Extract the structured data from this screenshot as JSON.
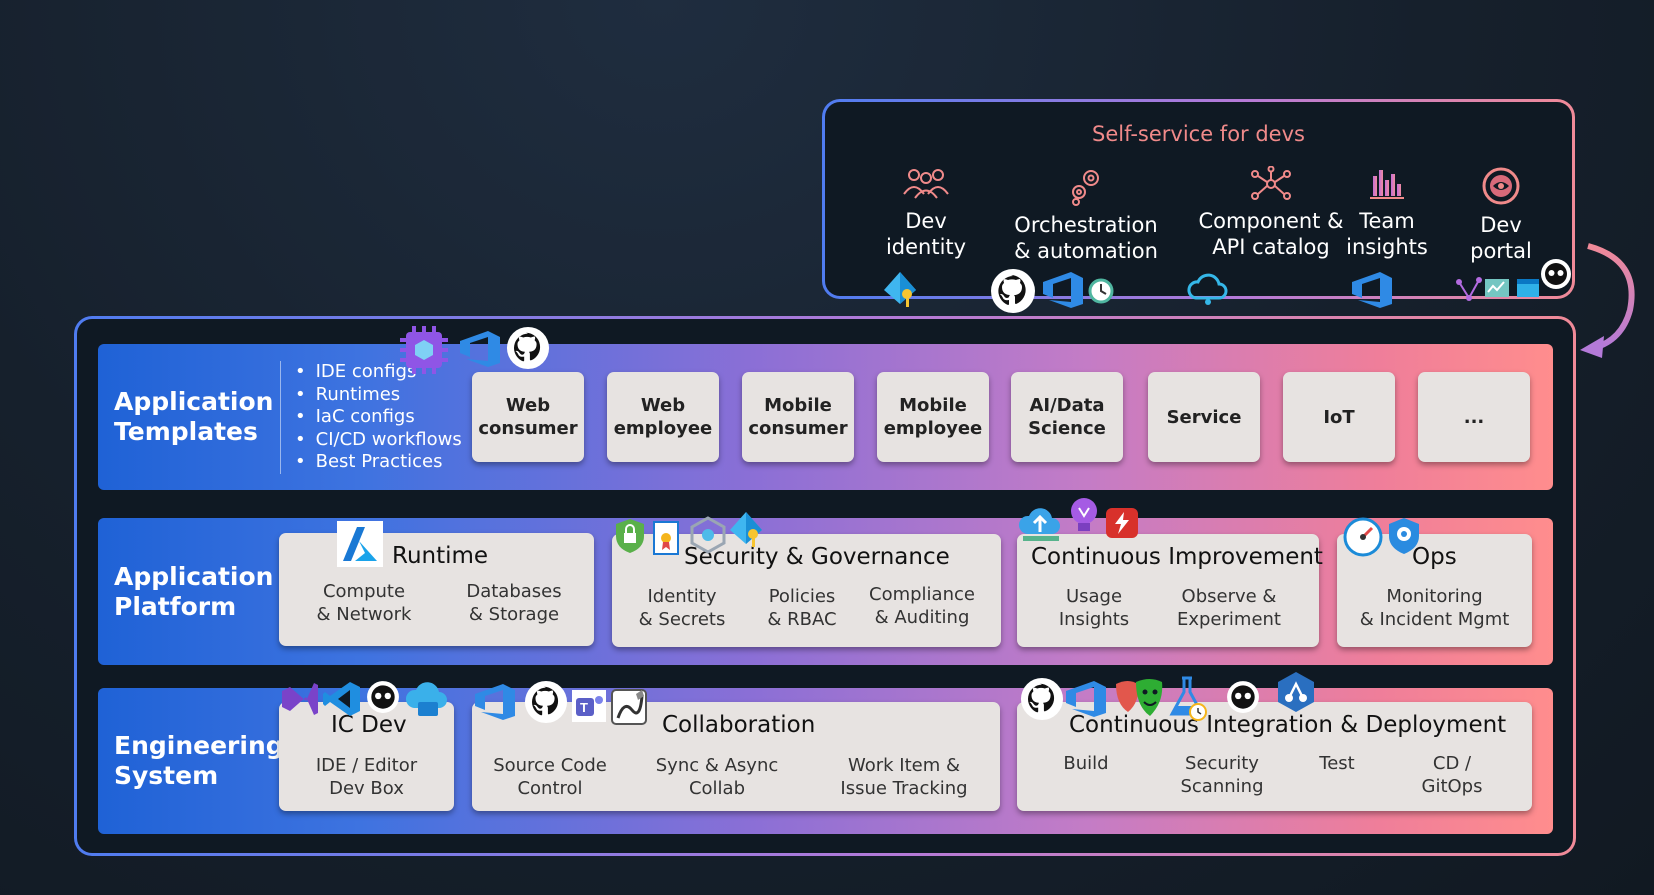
{
  "self_service": {
    "title": "Self-service for devs",
    "items": [
      {
        "label_1": "Dev",
        "label_2": "identity",
        "icon": "people-icon"
      },
      {
        "label_1": "Orchestration",
        "label_2": "& automation",
        "icon": "gears-icon"
      },
      {
        "label_1": "Component &",
        "label_2": "API catalog",
        "icon": "network-nodes-icon"
      },
      {
        "label_1": "Team",
        "label_2": "insights",
        "icon": "bar-chart-icon"
      },
      {
        "label_1": "Dev",
        "label_2": "portal",
        "icon": "portal-icon"
      }
    ]
  },
  "templates": {
    "label_1": "Application",
    "label_2": "Templates",
    "bullets": [
      "IDE configs",
      "Runtimes",
      "IaC configs",
      "CI/CD workflows",
      "Best Practices"
    ],
    "cards": [
      {
        "line_1": "Web",
        "line_2": "consumer"
      },
      {
        "line_1": "Web",
        "line_2": "employee"
      },
      {
        "line_1": "Mobile",
        "line_2": "consumer"
      },
      {
        "line_1": "Mobile",
        "line_2": "employee"
      },
      {
        "line_1": "AI/Data",
        "line_2": "Science"
      },
      {
        "line_1": "Service",
        "line_2": ""
      },
      {
        "line_1": "IoT",
        "line_2": ""
      },
      {
        "line_1": "...",
        "line_2": ""
      }
    ]
  },
  "platform": {
    "label_1": "Application",
    "label_2": "Platform",
    "runtime": {
      "title": "Runtime",
      "sub_1a": "Compute",
      "sub_1b": "& Network",
      "sub_2a": "Databases",
      "sub_2b": "& Storage"
    },
    "security": {
      "title": "Security & Governance",
      "sub_1a": "Identity",
      "sub_1b": "& Secrets",
      "sub_2a": "Policies",
      "sub_2b": "& RBAC",
      "sub_3a": "Compliance",
      "sub_3b": "& Auditing"
    },
    "improvement": {
      "title": "Continuous Improvement",
      "sub_1a": "Usage",
      "sub_1b": "Insights",
      "sub_2a": "Observe &",
      "sub_2b": "Experiment"
    },
    "ops": {
      "title": "Ops",
      "sub_1a": "Monitoring",
      "sub_1b": "& Incident Mgmt"
    }
  },
  "engineering": {
    "label_1": "Engineering",
    "label_2": "System",
    "dev": {
      "title": "IC Dev",
      "sub_1a": "IDE / Editor",
      "sub_1b": "Dev Box"
    },
    "collab": {
      "title": "Collaboration",
      "sub_1a": "Source Code",
      "sub_1b": "Control",
      "sub_2a": "Sync & Async",
      "sub_2b": "Collab",
      "sub_3a": "Work Item &",
      "sub_3b": "Issue Tracking"
    },
    "cicd": {
      "title": "Continuous Integration & Deployment",
      "sub_1a": "Build",
      "sub_2a": "Security",
      "sub_2b": "Scanning",
      "sub_3a": "Test",
      "sub_4a": "CD /",
      "sub_4b": "GitOps"
    }
  },
  "colors": {
    "accent_blue": "#1f62d6",
    "accent_pink": "#ff8d8d",
    "title_pink": "#f08a8a",
    "card_bg": "#e7e3e1"
  }
}
